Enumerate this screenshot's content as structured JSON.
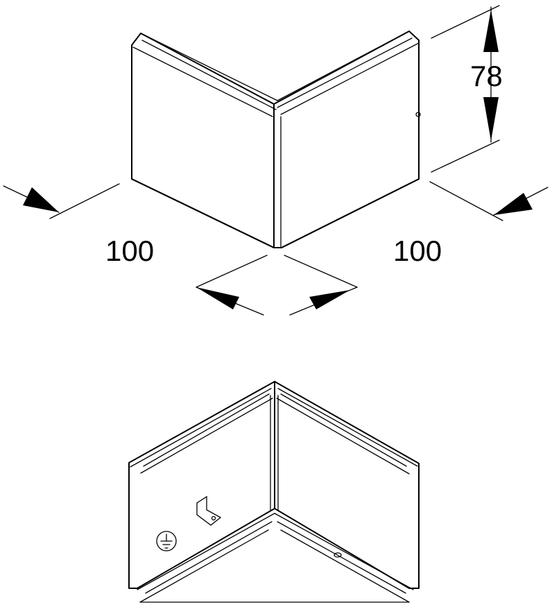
{
  "dimensions": {
    "height_label": "78",
    "width_left_label": "100",
    "width_right_label": "100"
  }
}
